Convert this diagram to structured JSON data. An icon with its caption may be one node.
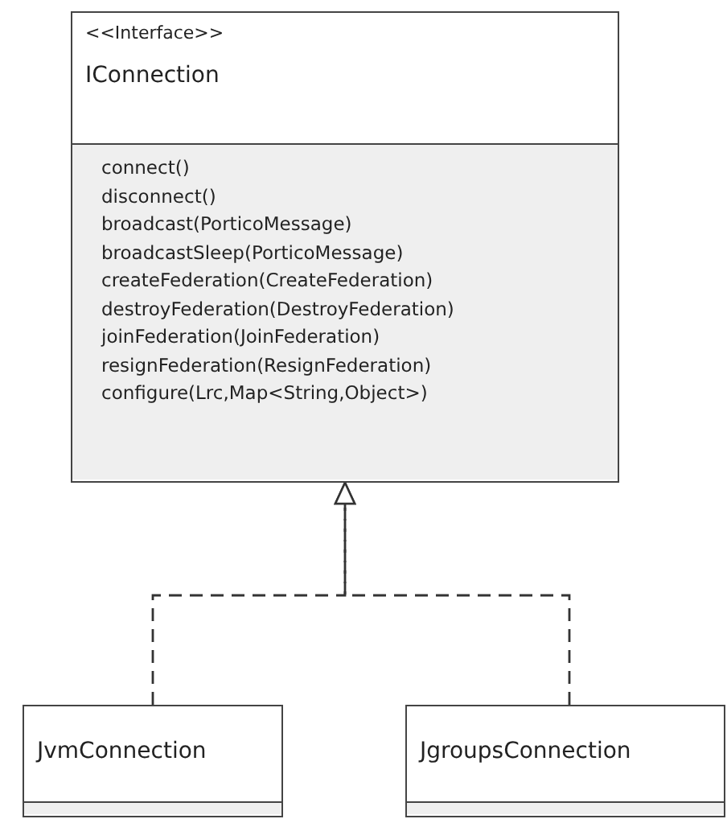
{
  "diagram": {
    "nodes": [
      {
        "text": [
          "<<Interface>>",
          "IConnection",
          "connect()",
          "disconnect()",
          "broadcast(PorticoMessage)",
          "broadcastSleep(PorticoMessage)",
          "createFederation(CreateFederation)",
          "destroyFederation(DestroyFederation)",
          "joinFederation(JoinFederation)",
          "resignFederation(ResignFederation)",
          "configure(Lrc,Map<String,Object>)"
        ]
      },
      {
        "text": [
          "JvmConnection"
        ]
      },
      {
        "text": [
          "JgroupsConnection"
        ]
      }
    ],
    "edges": [
      {
        "from": 1,
        "to": 0,
        "arrow": "to",
        "style": "dashed"
      },
      {
        "from": 2,
        "to": 0,
        "arrow": "to",
        "style": "dashed"
      }
    ]
  }
}
